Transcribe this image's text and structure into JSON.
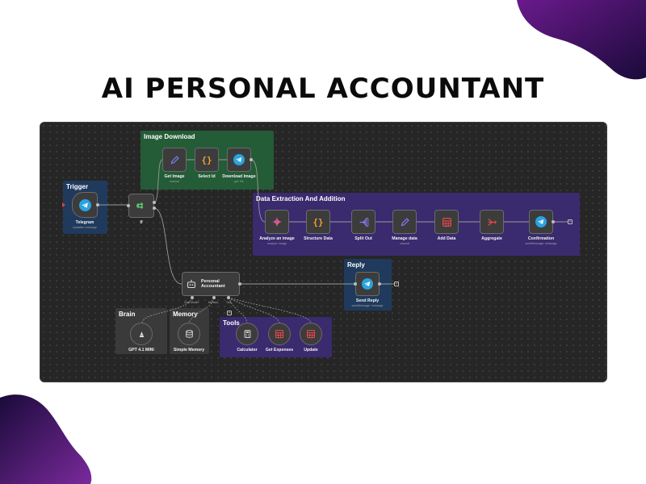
{
  "page": {
    "title": "AI PERSONAL ACCOUNTANT"
  },
  "colors": {
    "telegram": "#2aa3e0",
    "sheets": "#e24848",
    "code": "#f0a030",
    "edit": "#8b7cf6"
  },
  "groups": {
    "trigger": {
      "title": "Trigger"
    },
    "image_download": {
      "title": "Image Download"
    },
    "data_extraction": {
      "title": "Data Extraction And Addition"
    },
    "reply": {
      "title": "Reply"
    },
    "brain": {
      "title": "Brain"
    },
    "memory": {
      "title": "Memory"
    },
    "tools": {
      "title": "Tools"
    }
  },
  "nodes": {
    "telegram": {
      "label": "Telegram",
      "sub": "Updates: message",
      "icon": "telegram-icon"
    },
    "if": {
      "label": "If",
      "icon": "if-icon"
    },
    "get_image": {
      "label": "Get Image",
      "sub": "manual",
      "icon": "pencil-icon"
    },
    "select_id": {
      "label": "Select Id",
      "icon": "braces-icon"
    },
    "download_image": {
      "label": "Download Image",
      "sub": "get: file",
      "icon": "telegram-icon"
    },
    "analyze_image": {
      "label": "Analyze an image",
      "sub": "analyze: image",
      "icon": "gemini-icon"
    },
    "structure_data": {
      "label": "Structure Data",
      "icon": "braces-icon"
    },
    "split_out": {
      "label": "Split Out",
      "icon": "split-icon"
    },
    "manage_data": {
      "label": "Manage data",
      "sub": "manual",
      "icon": "pencil-icon"
    },
    "add_data": {
      "label": "Add Data",
      "icon": "sheets-icon"
    },
    "aggregate": {
      "label": "Aggregate",
      "icon": "aggregate-icon"
    },
    "confirmation": {
      "label": "Confirmation",
      "sub": "sendMessage: message",
      "icon": "telegram-icon"
    },
    "personal_accountant": {
      "label": "Personal Accountant",
      "port_model": "Chat Model*",
      "port_memory": "Memory",
      "port_tool": "Tool",
      "icon": "robot-icon"
    },
    "send_reply": {
      "label": "Send Reply",
      "sub": "sendMessage: message",
      "icon": "telegram-icon"
    },
    "gpt": {
      "label": "GPT 4.1 MINI",
      "icon": "openai-icon"
    },
    "simple_memory": {
      "label": "Simple Memory",
      "icon": "database-icon"
    },
    "calculator": {
      "label": "Calculator",
      "icon": "calculator-icon"
    },
    "get_expenses": {
      "label": "Get Expenses",
      "icon": "sheets-icon"
    },
    "update": {
      "label": "Update",
      "icon": "sheets-icon"
    }
  }
}
